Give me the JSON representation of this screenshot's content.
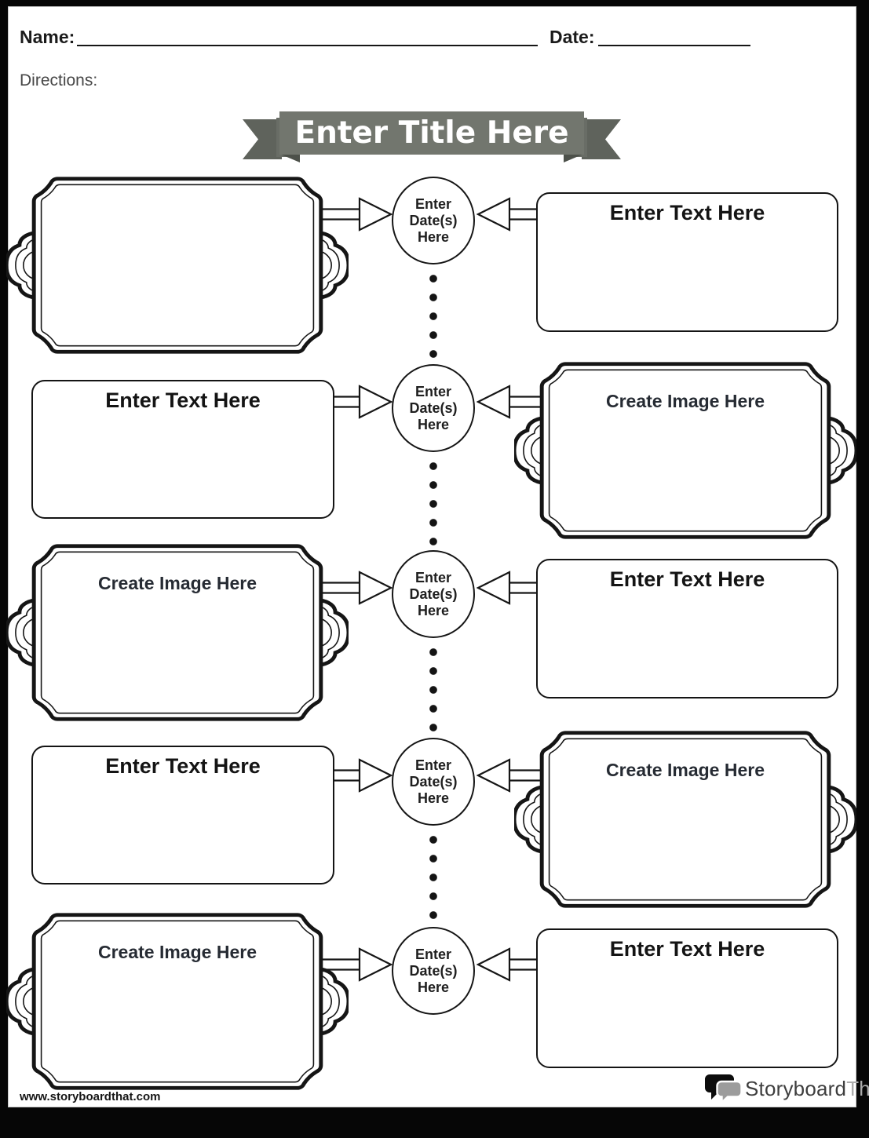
{
  "page": {
    "name_label": "Name:",
    "date_label": "Date:",
    "directions_label": "Directions:",
    "title": "Enter Title Here",
    "website": "www.storyboardthat.com"
  },
  "logo": {
    "part1": "Storyboard",
    "part2": "That"
  },
  "colors": {
    "ribbon_band": "#72766E",
    "ribbon_tail": "#5F635C",
    "ribbon_fold": "#4D514A",
    "ink": "#141414",
    "logo_dark": "#3E3E3E",
    "logo_light": "#ABABAB"
  },
  "timeline": {
    "date_circle_lines": [
      "Enter",
      "Date(s)",
      "Here"
    ],
    "rows": [
      {
        "left": {
          "type": "image-frame",
          "label": ""
        },
        "right": {
          "type": "text-box",
          "label": "Enter Text Here"
        }
      },
      {
        "left": {
          "type": "text-box",
          "label": "Enter Text Here"
        },
        "right": {
          "type": "image-frame",
          "label": "Create Image Here"
        }
      },
      {
        "left": {
          "type": "image-frame",
          "label": "Create Image Here"
        },
        "right": {
          "type": "text-box",
          "label": "Enter Text Here"
        }
      },
      {
        "left": {
          "type": "text-box",
          "label": "Enter Text Here"
        },
        "right": {
          "type": "image-frame",
          "label": "Create Image Here"
        }
      },
      {
        "left": {
          "type": "image-frame",
          "label": "Create Image Here"
        },
        "right": {
          "type": "text-box",
          "label": "Enter Text Here"
        }
      }
    ]
  }
}
